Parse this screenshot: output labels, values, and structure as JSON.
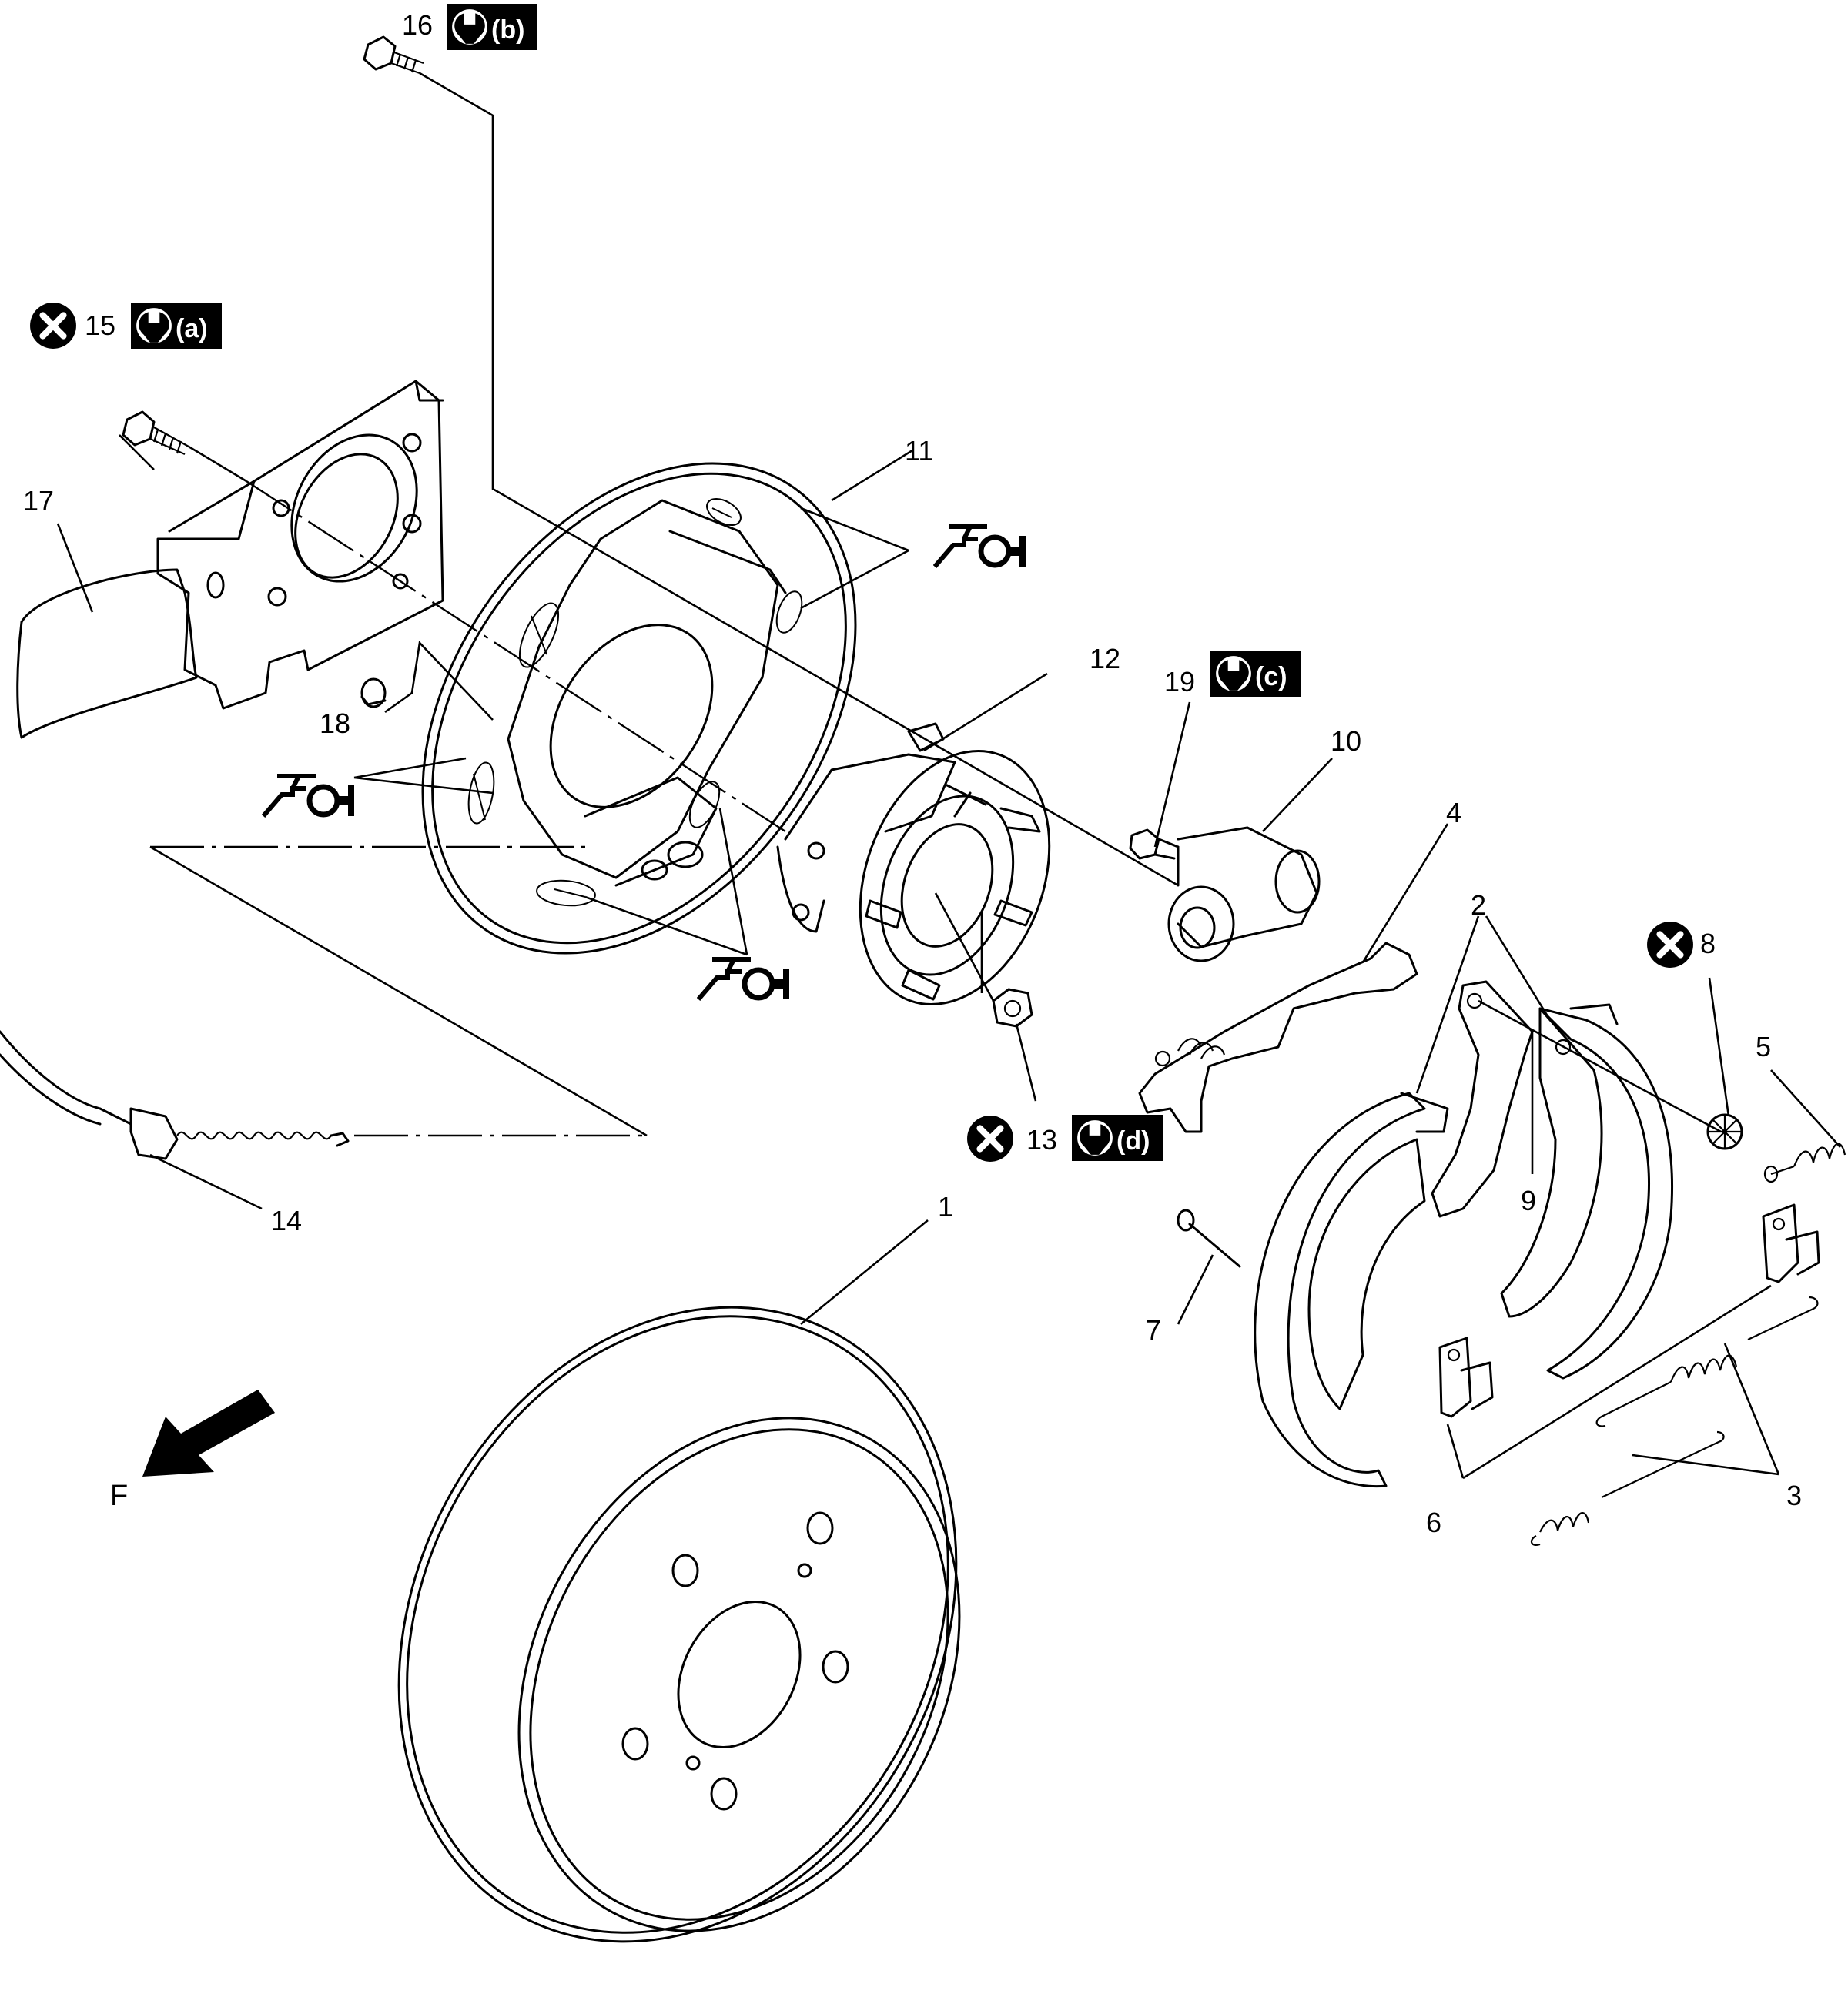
{
  "callouts": {
    "c1": "1",
    "c2": "2",
    "c3": "3",
    "c4": "4",
    "c5": "5",
    "c6": "6",
    "c7": "7",
    "c8": "8",
    "c9": "9",
    "c10": "10",
    "c11": "11",
    "c12": "12",
    "c13": "13",
    "c14": "14",
    "c15": "15",
    "c16": "16",
    "c17": "17",
    "c18": "18",
    "c19": "19"
  },
  "torque_badges": {
    "a": "(a)",
    "b": "(b)",
    "c": "(c)",
    "d": "(d)"
  },
  "direction": {
    "front_label": "F"
  },
  "icons": {
    "do_not_reuse": "circle-x-icon",
    "torque_spec": "wrench-icon",
    "apply_sealant": "sealant-gun-icon",
    "front_arrow": "front-arrow-icon"
  }
}
